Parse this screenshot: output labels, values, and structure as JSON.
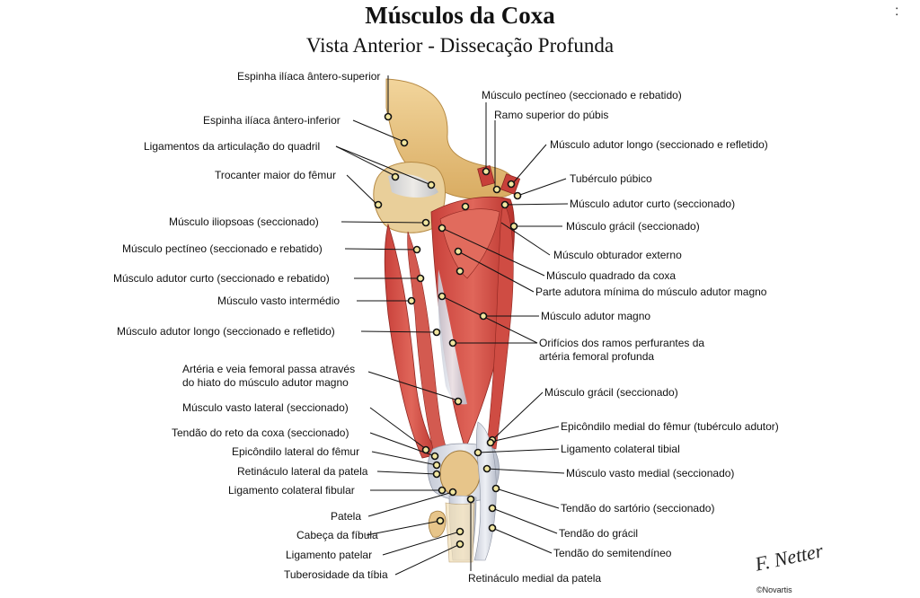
{
  "title": "Músculos da Coxa",
  "subtitle": "Vista Anterior - Dissecação Profunda",
  "stray_mark": ":",
  "signature": "F. Netter",
  "copyright": "©Novartis",
  "colors": {
    "muscle": "#d9534a",
    "muscle_dark": "#b8322c",
    "bone": "#ecc98a",
    "tendon": "#d7dbe4",
    "leader": "#111111",
    "marker": "#f2e7a0"
  },
  "labels": {
    "espinha_antero_superior": "Espinha ilíaca ântero-superior",
    "espinha_antero_inferior": "Espinha ilíaca ântero-inferior",
    "ligamentos_quadril": "Ligamentos da articulação do quadril",
    "trocanter_maior": "Trocanter maior do fêmur",
    "iliopsoas": "Músculo iliopsoas (seccionado)",
    "pectineo_left": "Músculo pectíneo (seccionado e rebatido)",
    "adutor_curto_left": "Músculo adutor curto (seccionado e rebatido)",
    "vasto_intermedio": "Músculo vasto intermédio",
    "adutor_longo_left": "Músculo adutor longo (seccionado e refletido)",
    "arteria_veia": [
      "Artéria e veia femoral passa através",
      "do hiato do músculo adutor magno"
    ],
    "vasto_lateral": "Músculo vasto lateral (seccionado)",
    "tendao_reto": "Tendão do reto da coxa (seccionado)",
    "epicondilo_lateral": "Epicôndilo lateral do fêmur",
    "retinaculo_lateral": "Retináculo lateral da patela",
    "colateral_fibular": "Ligamento colateral fibular",
    "patela": "Patela",
    "cabeca_fibula": "Cabeça da fíbula",
    "ligamento_patelar": "Ligamento patelar",
    "tuberosidade_tibia": "Tuberosidade da tíbia",
    "retinaculo_medial": "Retináculo medial da patela",
    "pectineo_right": "Músculo pectíneo (seccionado e rebatido)",
    "ramo_superior_pubis": "Ramo superior do púbis",
    "adutor_longo_right": "Músculo adutor longo (seccionado e refletido)",
    "tuberculo_pubico": "Tubérculo púbico",
    "adutor_curto_right": "Músculo adutor curto (seccionado)",
    "gracil_upper": "Músculo grácil (seccionado)",
    "obturador_externo": "Músculo obturador externo",
    "quadrado_coxa": "Músculo quadrado da coxa",
    "parte_adutora": "Parte adutora mínima do músculo adutor magno",
    "adutor_magno": "Músculo adutor magno",
    "orificios": [
      "Orifícios dos ramos perfurantes da",
      "artéria femoral profunda"
    ],
    "gracil_lower": "Músculo grácil (seccionado)",
    "epicondilo_medial": "Epicôndilo medial do fêmur (tubérculo adutor)",
    "colateral_tibial": "Ligamento colateral tibial",
    "vasto_medial": "Músculo vasto medial (seccionado)",
    "tendao_sartorio": "Tendão do sartório (seccionado)",
    "tendao_gracil": "Tendão do grácil",
    "tendao_semitendineo": "Tendão do semitendíneo"
  }
}
